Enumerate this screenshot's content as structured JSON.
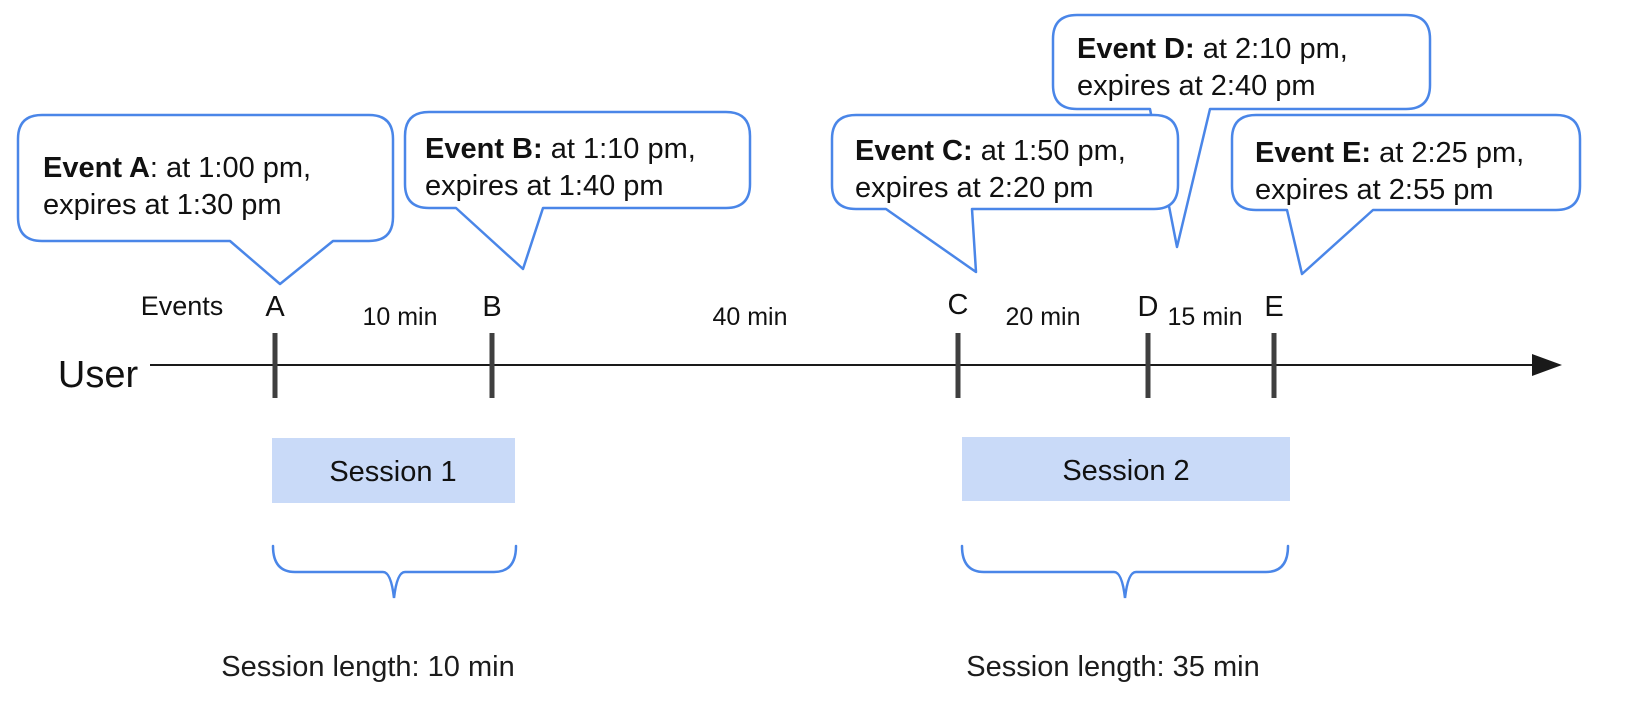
{
  "diagram": {
    "kind": "event-session-timeline",
    "colors": {
      "bubble_border": "#4a86e8",
      "brace": "#4a86e8",
      "session_fill": "#c9daf8",
      "timeline": "#1a1a1a",
      "tick": "#3f3f3f",
      "text": "#111111"
    },
    "bubbles": [
      {
        "id": "A",
        "bold": "Event A",
        "rest": ": at 1:00 pm,",
        "line2": "expires at 1:30 pm"
      },
      {
        "id": "B",
        "bold": "Event B:",
        "rest": " at 1:10 pm,",
        "line2": "expires at 1:40 pm"
      },
      {
        "id": "C",
        "bold": "Event C:",
        "rest": " at 1:50 pm,",
        "line2": "expires at 2:20 pm"
      },
      {
        "id": "D",
        "bold": "Event D:",
        "rest": " at 2:10 pm,",
        "line2": "expires at 2:40 pm"
      },
      {
        "id": "E",
        "bold": "Event E:",
        "rest": " at 2:25 pm,",
        "line2": "expires at 2:55 pm"
      }
    ],
    "timeline": {
      "events_label": "Events",
      "user_label": "User",
      "markers": [
        "A",
        "B",
        "C",
        "D",
        "E"
      ],
      "gaps": [
        "10 min",
        "40 min",
        "20 min",
        "15 min"
      ]
    },
    "sessions": [
      {
        "label": "Session 1",
        "length_label": "Session length: 10 min"
      },
      {
        "label": "Session 2",
        "length_label": "Session length: 35 min"
      }
    ]
  }
}
